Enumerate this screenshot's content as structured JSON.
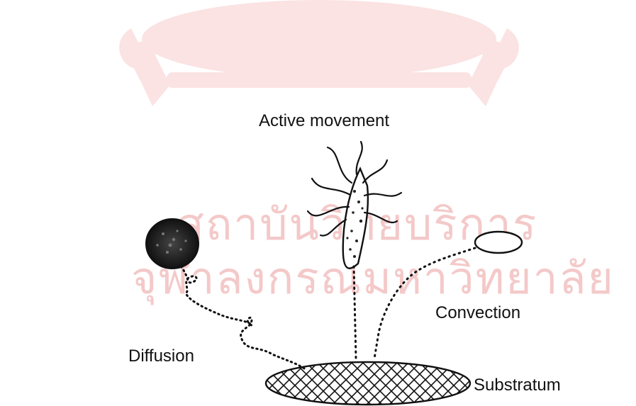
{
  "watermark": {
    "line1": "สถาบันวิทยบริการ",
    "line2": "จุฬาลงกรณ์มหาวิทยาลัย"
  },
  "labels": {
    "active_movement": "Active movement",
    "convection": "Convection",
    "diffusion": "Diffusion",
    "substratum": "Substratum"
  },
  "colors": {
    "watermark": "#f4c9c9",
    "ink": "#111111"
  }
}
